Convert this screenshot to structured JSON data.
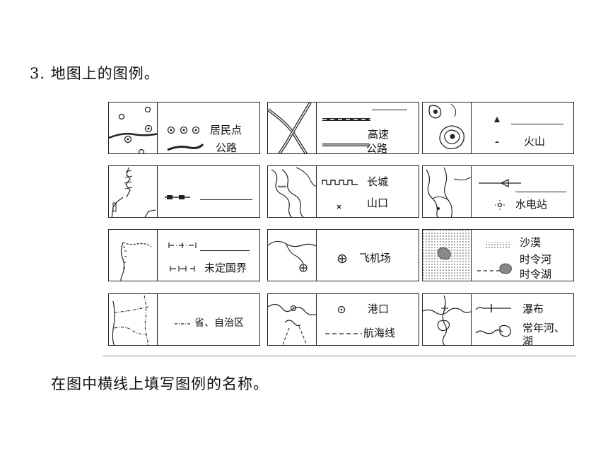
{
  "question": {
    "title": "3. 地图上的图例。",
    "instruction": "在图中横线上填写图例的名称。"
  },
  "legend_panels": [
    {
      "id": "settlement-road",
      "labels": [
        "居民点",
        "公路"
      ]
    },
    {
      "id": "expressway",
      "labels": [
        "高速",
        "公路"
      ]
    },
    {
      "id": "volcano",
      "labels": [
        "火山"
      ]
    },
    {
      "id": "railway",
      "labels": []
    },
    {
      "id": "great-wall-pass",
      "labels": [
        "长城",
        "山口"
      ]
    },
    {
      "id": "hydropower",
      "labels": [
        "水电站"
      ]
    },
    {
      "id": "border",
      "labels": [
        "未定国界"
      ]
    },
    {
      "id": "airport",
      "labels": [
        "飞机场"
      ]
    },
    {
      "id": "desert-seasonal",
      "labels": [
        "沙漠",
        "时令河",
        "时令湖"
      ]
    },
    {
      "id": "province-boundary",
      "labels": [
        "省、自治区"
      ]
    },
    {
      "id": "port-route",
      "labels": [
        "港口",
        "航海线"
      ]
    },
    {
      "id": "waterfall-river",
      "labels": [
        "瀑布",
        "常年河、",
        "湖"
      ]
    }
  ]
}
